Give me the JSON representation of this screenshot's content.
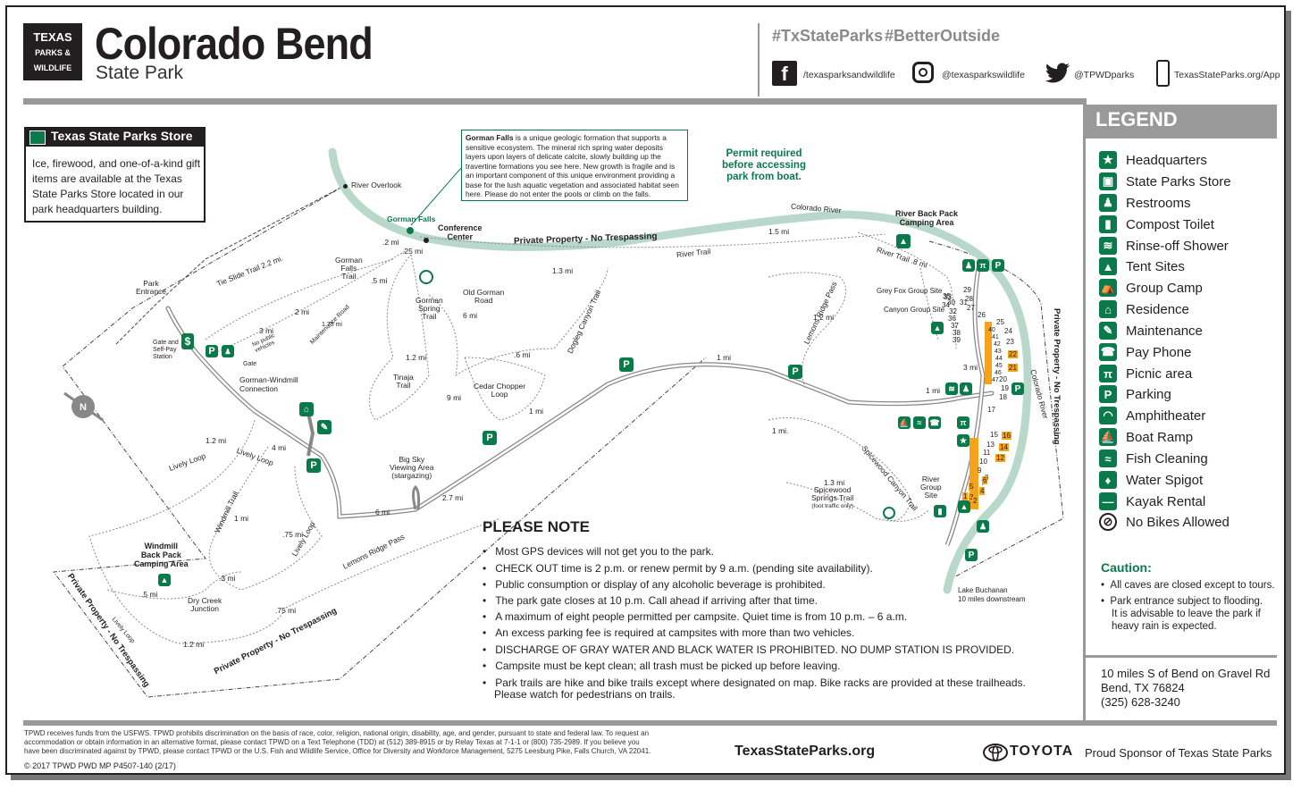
{
  "header": {
    "logo_lines": [
      "TEXAS",
      "PARKS &",
      "WILDLIFE"
    ],
    "title": "Colorado Bend",
    "subtitle": "State Park",
    "hashtags": [
      "#TxStateParks",
      "#BetterOutside"
    ],
    "social": [
      {
        "icon": "facebook-icon",
        "text": "/texasparksandwildlife"
      },
      {
        "icon": "instagram-icon",
        "text": "@texasparkswildlife"
      },
      {
        "icon": "twitter-icon",
        "text": "@TPWDparks"
      },
      {
        "icon": "phone-icon",
        "text": "TexasStateParks.org/App"
      }
    ]
  },
  "store": {
    "title": "Texas State Parks Store",
    "text_lines": [
      "Ice, firewood, and one-of-a-kind gift",
      "items are available at the Texas",
      "State Parks Store located in our",
      "park headquarters building."
    ]
  },
  "callout": {
    "bold": "Gorman Falls",
    "text": " is a unique geologic formation that supports a sensitive ecosystem. The mineral rich spring water deposits layers upon layers of delicate calcite, slowly building up the travertine formations you see here. New growth is fragile and is an important component of this unique environment providing a base for the lush aquatic vegetation and associated habitat seen here. Please do not enter the pools or climb on the falls."
  },
  "permit_note": [
    "Permit required",
    "before accessing",
    "park from boat."
  ],
  "map_labels": {
    "river_overlook": "River Overlook",
    "gorman_falls": "Gorman Falls",
    "conference_center": [
      "Conference",
      "Center"
    ],
    "private_top": "Private Property - No Trespassing",
    "colorado_river": "Colorado River",
    "river_back_pack": [
      "River Back Pack",
      "Camping Area"
    ],
    "park_entrance": [
      "Park",
      "Entrance"
    ],
    "gate_station": [
      "Gate and",
      "Self-Pay",
      "Station"
    ],
    "gate": "Gate",
    "no_public": [
      "No public",
      "vehicles"
    ],
    "tie_slide": "Tie Slide Trail  2.2 mi.",
    "gorman_falls_trail": [
      "Gorman",
      "Falls",
      "Trail"
    ],
    "maintenance_road": "Maintenance Road",
    "gorman_spring": [
      "Gorman",
      "Spring",
      "Trail"
    ],
    "old_gorman": [
      "Old Gorman",
      "Road"
    ],
    "dogleg": "Dogleg Canyon Trail",
    "river_trail": "River Trail",
    "river_trail_8": "River Trail  .8 mi",
    "lemons_ridge_pass": "Lemons Ridge Pass",
    "grey_fox": "Grey Fox Group Site",
    "canyon_group": "Canyon Group Site",
    "gorman_windmill": [
      "Gorman-Windmill",
      "Connection"
    ],
    "tinaja": [
      "Tinaja",
      "Trail"
    ],
    "cedar_chopper": [
      "Cedar Chopper",
      "Loop"
    ],
    "lively_loop": "Lively Loop",
    "big_sky": [
      "Big Sky",
      "Viewing Area",
      "(stargazing)"
    ],
    "windmill_trail": "Windmill Trail",
    "windmill_camp": [
      "Windmill",
      "Back Pack",
      "Camping Area"
    ],
    "dry_creek": [
      "Dry Creek",
      "Junction"
    ],
    "spicewood_canyon": "Spicewood Canyon Trail",
    "spicewood_springs": [
      "Spicewood",
      "Springs Trail",
      "(foot traffic only)"
    ],
    "river_group": [
      "River",
      "Group",
      "Site"
    ],
    "private_right": "Private Property - No Trespassing",
    "private_bottom": "Private Property - No Trespassing",
    "private_left": "Private Property - No Trespassing",
    "lake_buchanan": [
      "Lake Buchanan",
      "10 miles downstream"
    ],
    "lemons_ridge_pass_b": "Lemons Ridge Pass",
    "distances": [
      ".2 mi",
      ".25 mi",
      ".5 mi",
      "1.3 mi",
      "1.5 mi",
      "1 mi",
      "3 mi",
      "2 mi",
      "6 mi",
      ".6 mi",
      "9 mi",
      "1 mi",
      "6 mi",
      "2.7 mi",
      "1.2 mi",
      "4 mi",
      "1 mi",
      ".75 mi",
      ".3 mi",
      ".5 mi",
      ".75 mi",
      "1.2 mi",
      "1 mi",
      "3 mi",
      "1.2 mi",
      "1.3 mi",
      "1 mi.",
      "1.75 mi",
      "1.2 mi"
    ],
    "compass": "N"
  },
  "campsites": [
    "29",
    "28",
    "27",
    "26",
    "25",
    "24",
    "23",
    "22",
    "21",
    "20",
    "19",
    "18",
    "17",
    "16",
    "15",
    "14",
    "13",
    "12",
    "11",
    "10",
    "9",
    "8",
    "7",
    "6",
    "5",
    "4",
    "3",
    "2",
    "1",
    "30",
    "31",
    "32",
    "33",
    "34",
    "35",
    "36",
    "37",
    "38",
    "39",
    "40",
    "41",
    "42",
    "43",
    "44",
    "45",
    "46",
    "47"
  ],
  "please_note": {
    "title": "PLEASE NOTE",
    "items": [
      "Most GPS devices will not get you to the park.",
      "CHECK OUT time is 2 p.m. or renew permit by 9 a.m. (pending site availability).",
      "Public consumption or display of any alcoholic beverage is prohibited.",
      "The park gate closes at 10 p.m.  Call ahead if arriving after that time.",
      "A maximum of eight people permitted per campsite. Quiet time is from 10 p.m. – 6 a.m.",
      "An excess parking fee is required at campsites with more than two vehicles.",
      "DISCHARGE OF GRAY WATER AND BLACK WATER IS PROHIBITED. NO DUMP STATION IS PROVIDED.",
      "Campsite must be kept clean; all trash must be picked up before leaving.",
      "Park trails are hike and bike trails except where designated on map. Bike racks are provided at these trailheads.",
      "Please watch for pedestrians on trails."
    ]
  },
  "legend": {
    "title": "LEGEND",
    "items": [
      {
        "icon": "star-icon",
        "label": "Headquarters"
      },
      {
        "icon": "gift-icon",
        "label": "State Parks Store"
      },
      {
        "icon": "restroom-icon",
        "label": "Restrooms"
      },
      {
        "icon": "compost-toilet-icon",
        "label": "Compost Toilet"
      },
      {
        "icon": "shower-icon",
        "label": "Rinse-off Shower"
      },
      {
        "icon": "tent-icon",
        "label": "Tent Sites"
      },
      {
        "icon": "group-camp-icon",
        "label": "Group Camp"
      },
      {
        "icon": "residence-icon",
        "label": "Residence"
      },
      {
        "icon": "wrench-icon",
        "label": "Maintenance"
      },
      {
        "icon": "pay-phone-icon",
        "label": "Pay Phone"
      },
      {
        "icon": "picnic-icon",
        "label": "Picnic area"
      },
      {
        "icon": "parking-icon",
        "label": "Parking"
      },
      {
        "icon": "amphitheater-icon",
        "label": "Amphitheater"
      },
      {
        "icon": "boat-ramp-icon",
        "label": "Boat Ramp"
      },
      {
        "icon": "fish-icon",
        "label": "Fish Cleaning"
      },
      {
        "icon": "spigot-icon",
        "label": "Water Spigot"
      },
      {
        "icon": "kayak-icon",
        "label": "Kayak Rental"
      },
      {
        "icon": "no-bikes-icon",
        "label": "No Bikes Allowed"
      }
    ]
  },
  "caution": {
    "title": "Caution:",
    "items": [
      "All caves are closed except to tours.",
      "Park entrance subject to flooding.",
      "It is advisable to leave the park if",
      "heavy rain is expected."
    ]
  },
  "address": [
    "10 miles S of Bend on Gravel Rd",
    "Bend, TX 76824",
    "(325) 628-3240"
  ],
  "footer": {
    "disclaimer": [
      "TPWD receives funds from the USFWS. TPWD prohibits discrimination on the basis of race, color, religion, national origin, disability, age, and gender, pursuant to state and federal law. To request an",
      "accommodation or obtain information in an alternative format, please contact TPWD on a Text Telephone (TDD) at (512) 389-8915 or by Relay Texas at 7-1-1 or (800) 735-2989. If you believe you",
      "have been discriminated against by TPWD, please contact TPWD or the U.S. Fish and Wildlife Service, Office for Diversity and Workforce Management, 5275 Leesburg Pike, Falls Church, VA 22041."
    ],
    "copyright": "© 2017 TPWD   PWD MP P4507-140 (2/17)",
    "site": "TexasStateParks.org",
    "sponsor_brand": "TOYOTA",
    "sponsor_text": "Proud Sponsor of Texas State Parks"
  },
  "colors": {
    "green": "#0a7a4a",
    "river": "#b8d8cc",
    "grey": "#999999",
    "camp_orange": "#f7a21b"
  }
}
